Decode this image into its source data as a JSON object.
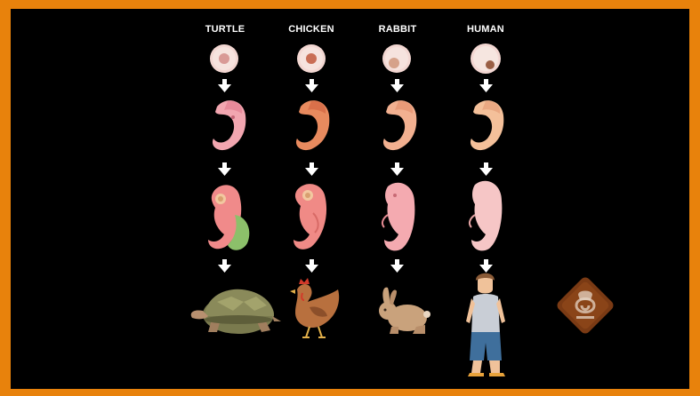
{
  "columns": [
    {
      "label": "TURTLE",
      "adult_icon": "turtle-icon"
    },
    {
      "label": "CHICKEN",
      "adult_icon": "chicken-icon"
    },
    {
      "label": "RABBIT",
      "adult_icon": "rabbit-icon"
    },
    {
      "label": "HUMAN",
      "adult_icon": "human-child-icon"
    }
  ],
  "colors": {
    "frame": "#e8820c",
    "background": "#000000",
    "embryo_pink": "#f2a6b0",
    "embryo_orange": "#e88a5e",
    "embryo_peach": "#f0b48c",
    "arrow": "#ffffff"
  },
  "logo": {
    "icon": "microscope-g-logo-icon"
  }
}
